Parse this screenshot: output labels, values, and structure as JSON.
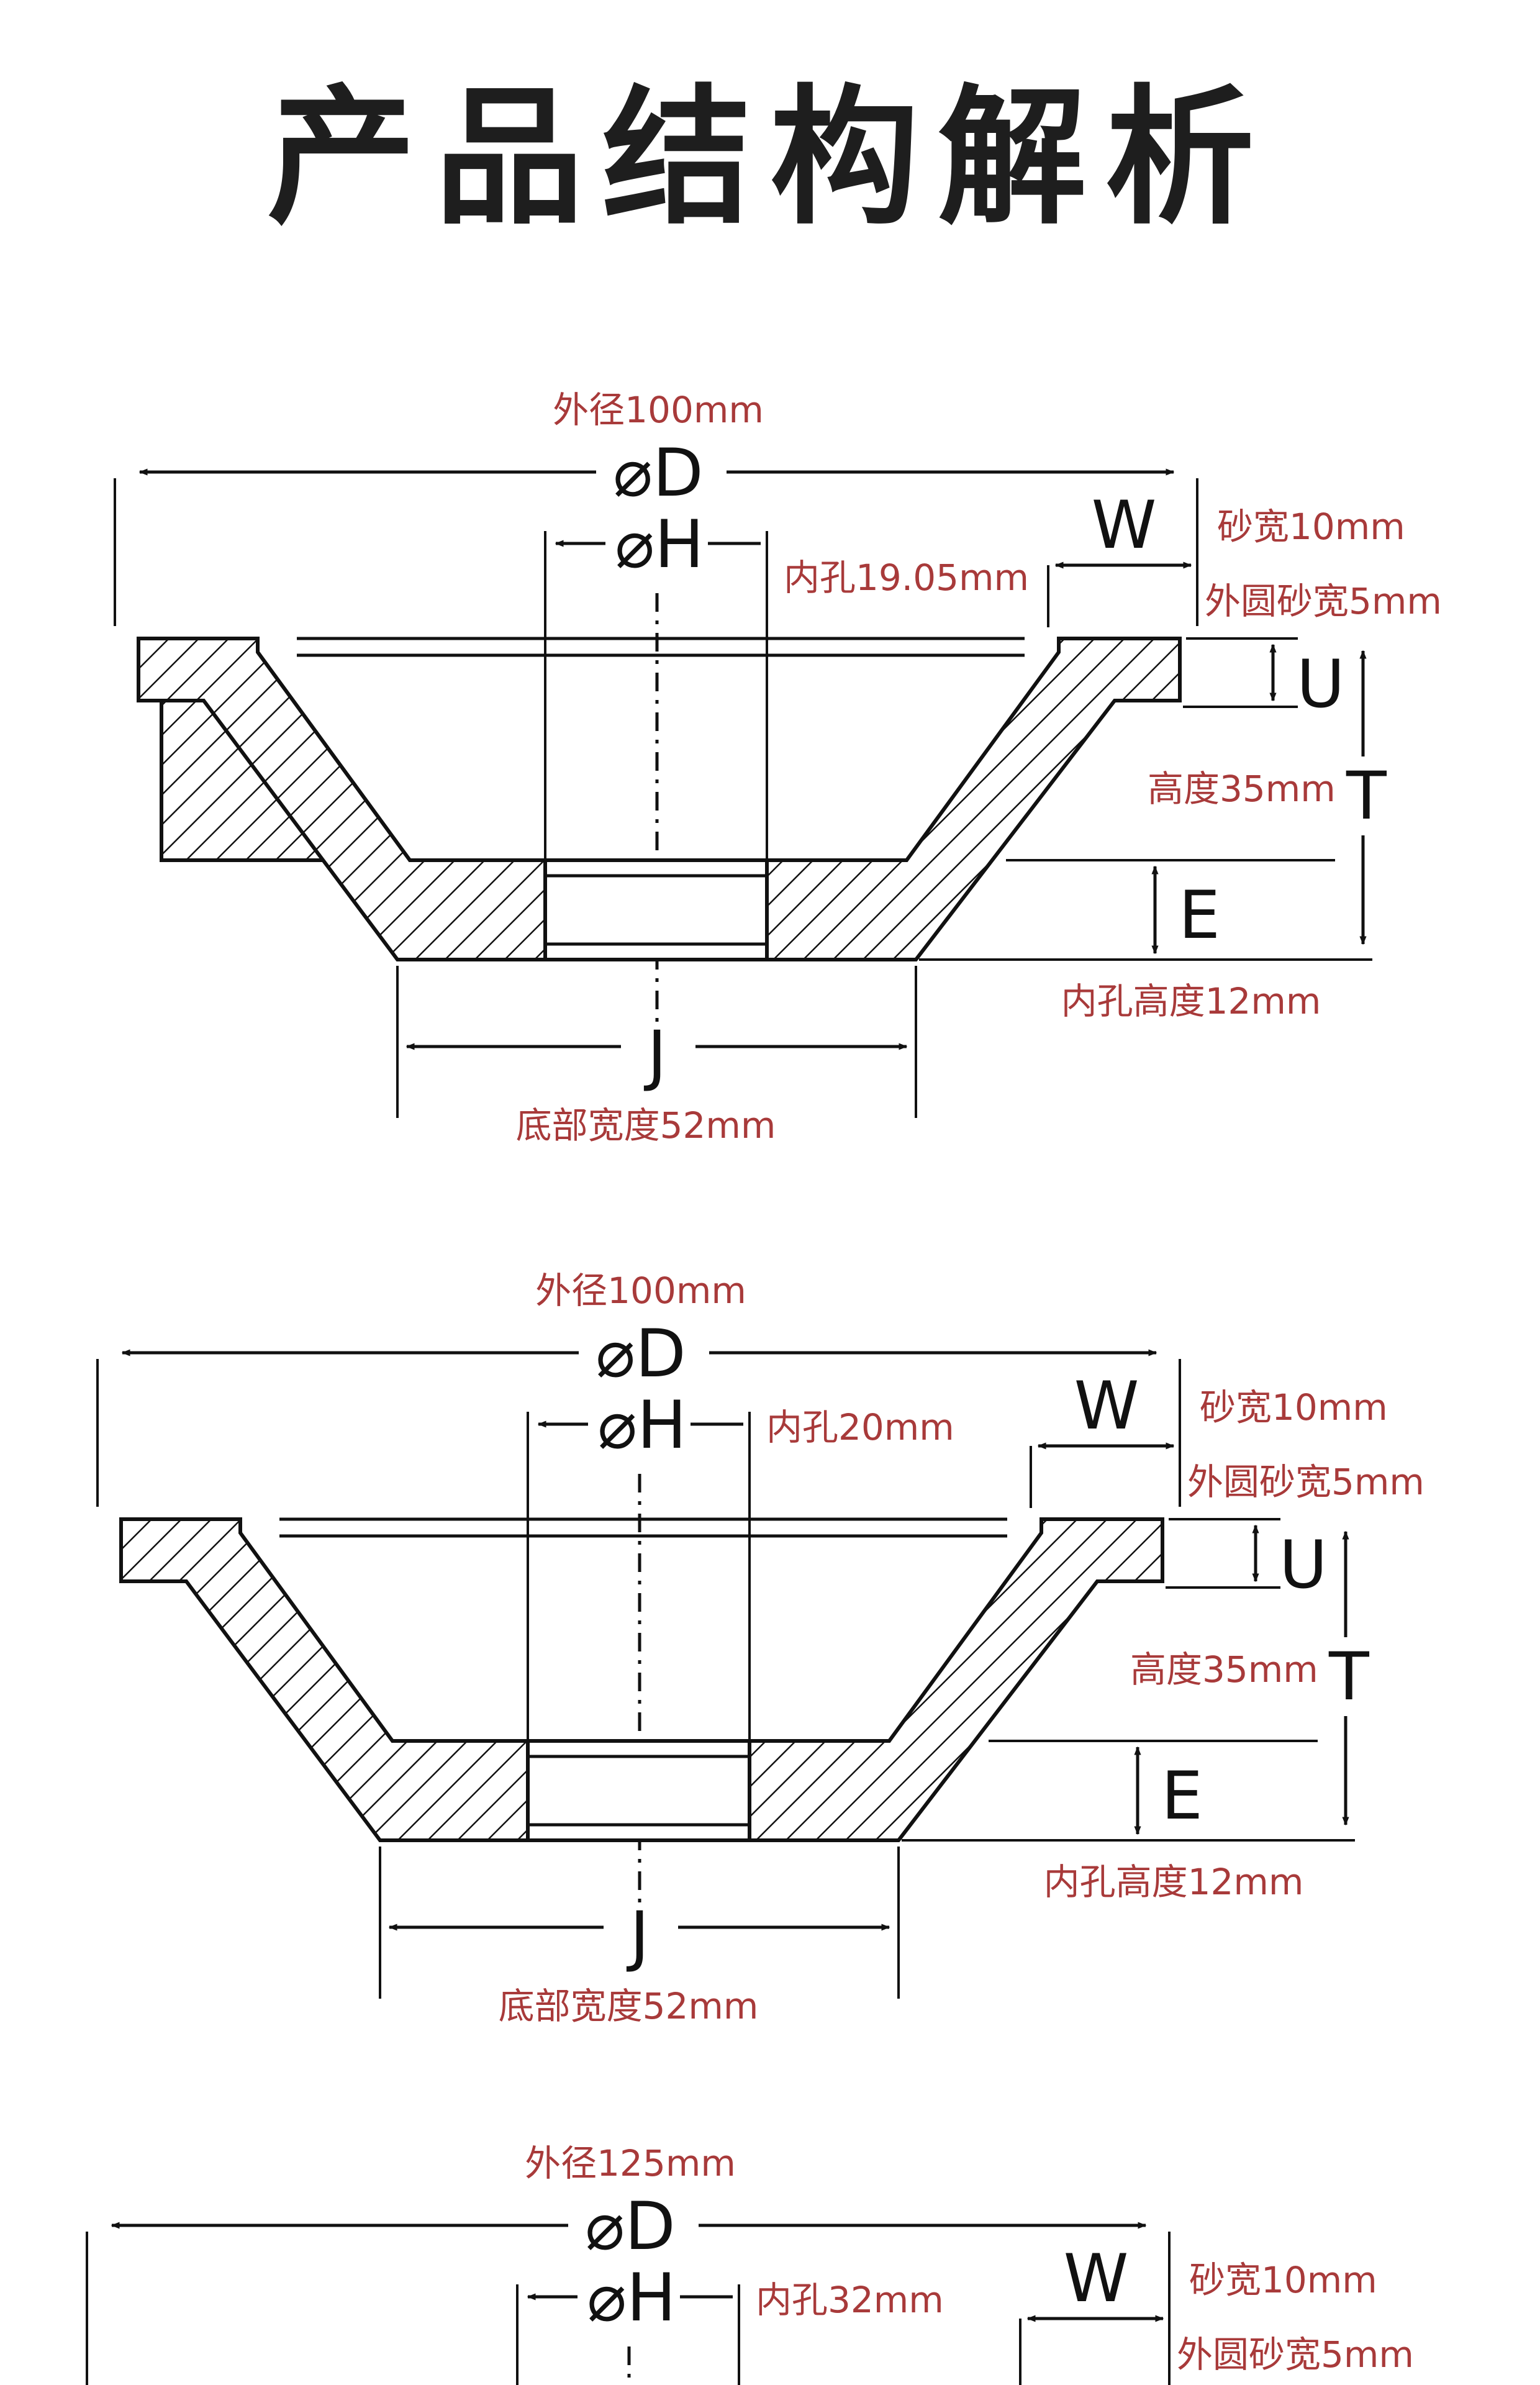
{
  "page": {
    "title": "产品结构解析"
  },
  "symbols": {
    "D": "⌀D",
    "H": "⌀H",
    "W": "W",
    "U": "U",
    "T": "T",
    "E": "E",
    "J": "J"
  },
  "drawings": [
    {
      "outer_diameter": "外径100mm",
      "inner_hole": "内孔19.05mm",
      "sand_width": "砂宽10mm",
      "outer_sand_width": "外圆砂宽5mm",
      "height": "高度35mm",
      "hole_height": "内孔高度12mm",
      "bottom_width": "底部宽度52mm"
    },
    {
      "outer_diameter": "外径100mm",
      "inner_hole": "内孔20mm",
      "sand_width": "砂宽10mm",
      "outer_sand_width": "外圆砂宽5mm",
      "height": "高度35mm",
      "hole_height": "内孔高度12mm",
      "bottom_width": "底部宽度52mm"
    },
    {
      "outer_diameter": "外径125mm",
      "inner_hole": "内孔32mm",
      "sand_width": "砂宽10mm",
      "outer_sand_width": "外圆砂宽5mm",
      "height": "",
      "hole_height": "",
      "bottom_width": ""
    }
  ]
}
